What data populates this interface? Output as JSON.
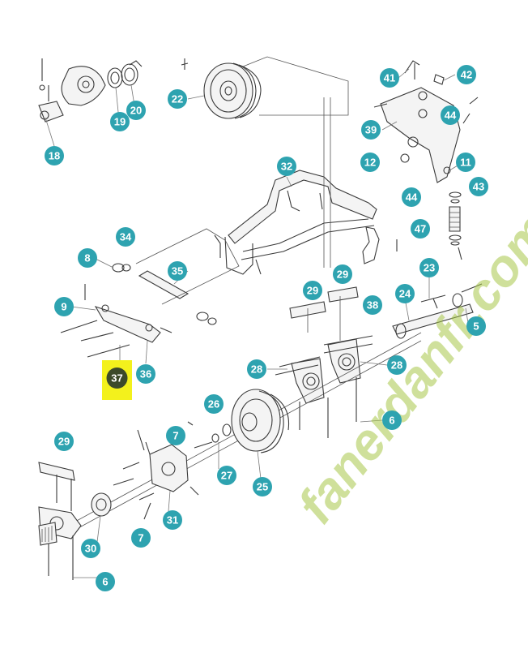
{
  "diagram": {
    "callouts": [
      {
        "id": "c18",
        "label": "18"
      },
      {
        "id": "c19",
        "label": "19"
      },
      {
        "id": "c20",
        "label": "20"
      },
      {
        "id": "c22",
        "label": "22"
      },
      {
        "id": "c41",
        "label": "41"
      },
      {
        "id": "c42",
        "label": "42"
      },
      {
        "id": "c44a",
        "label": "44"
      },
      {
        "id": "c39",
        "label": "39"
      },
      {
        "id": "c12",
        "label": "12"
      },
      {
        "id": "c11",
        "label": "11"
      },
      {
        "id": "c43",
        "label": "43"
      },
      {
        "id": "c44b",
        "label": "44"
      },
      {
        "id": "c47",
        "label": "47"
      },
      {
        "id": "c32",
        "label": "32"
      },
      {
        "id": "c34",
        "label": "34"
      },
      {
        "id": "c8",
        "label": "8"
      },
      {
        "id": "c35",
        "label": "35"
      },
      {
        "id": "c29a",
        "label": "29"
      },
      {
        "id": "c29b",
        "label": "29"
      },
      {
        "id": "c23",
        "label": "23"
      },
      {
        "id": "c38",
        "label": "38"
      },
      {
        "id": "c24",
        "label": "24"
      },
      {
        "id": "c9",
        "label": "9"
      },
      {
        "id": "c5",
        "label": "5"
      },
      {
        "id": "c36",
        "label": "36"
      },
      {
        "id": "c28a",
        "label": "28"
      },
      {
        "id": "c28b",
        "label": "28"
      },
      {
        "id": "c26",
        "label": "26"
      },
      {
        "id": "c6a",
        "label": "6"
      },
      {
        "id": "c7a",
        "label": "7"
      },
      {
        "id": "c29c",
        "label": "29"
      },
      {
        "id": "c27",
        "label": "27"
      },
      {
        "id": "c25",
        "label": "25"
      },
      {
        "id": "c31",
        "label": "31"
      },
      {
        "id": "c7b",
        "label": "7"
      },
      {
        "id": "c30",
        "label": "30"
      },
      {
        "id": "c6b",
        "label": "6"
      }
    ],
    "highlight": {
      "label": "37"
    },
    "watermark": {
      "text": "fanerdanfr.com",
      "color": "#a8c84a"
    },
    "colors": {
      "callout": "#2ea3b0",
      "highlight_box": "#f3f11c",
      "highlight_circle": "#3c4a2a",
      "line": "#3a3a3a"
    }
  }
}
